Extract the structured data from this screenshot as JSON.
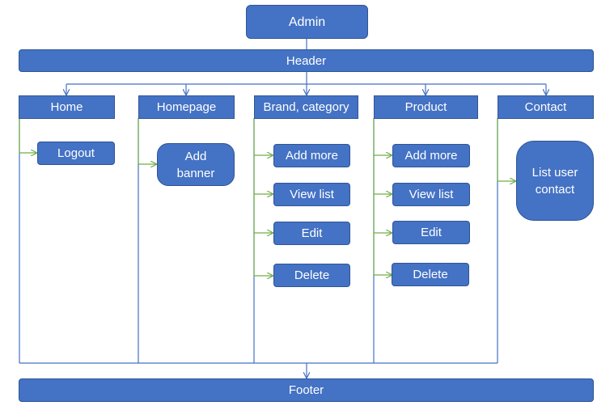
{
  "colors": {
    "box_fill": "#4472c4",
    "box_border": "#2f5597",
    "text": "#ffffff",
    "hierarchy_line": "#4472c4",
    "child_connector": "#70ad47"
  },
  "admin": "Admin",
  "header": "Header",
  "footer": "Footer",
  "sections": [
    {
      "title": "Home",
      "items": [
        "Logout"
      ]
    },
    {
      "title": "Homepage",
      "items": [
        "Add\nbanner"
      ]
    },
    {
      "title": "Brand, category",
      "items": [
        "Add more",
        "View list",
        "Edit",
        "Delete"
      ]
    },
    {
      "title": "Product",
      "items": [
        "Add more",
        "View list",
        "Edit",
        "Delete"
      ]
    },
    {
      "title": "Contact",
      "items": [
        "List user\ncontact"
      ]
    }
  ]
}
